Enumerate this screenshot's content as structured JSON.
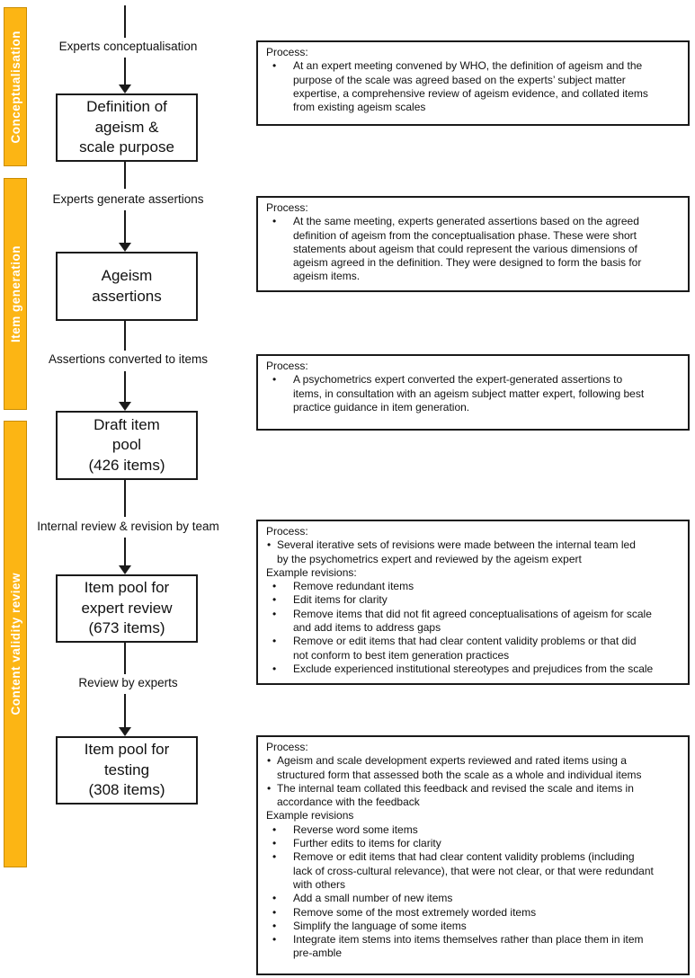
{
  "colors": {
    "accent": "#FCB514",
    "accent_border": "#C98C00",
    "line": "#1a1a1a",
    "box_border": "#1a1a1a",
    "background": "#ffffff",
    "bar_text": "#ffffff"
  },
  "bullet_char": "•",
  "phases": [
    {
      "label": "Conceptualisation"
    },
    {
      "label": "Item generation"
    },
    {
      "label": "Content validity review"
    }
  ],
  "flow": {
    "labels": [
      "Experts conceptualisation",
      "Experts generate assertions",
      "Assertions converted to items",
      "Internal review & revision by team",
      "Review by experts"
    ],
    "boxes": [
      "Definition of\nageism &\nscale purpose",
      "Ageism\nassertions",
      "Draft item\npool\n(426 items)",
      "Item pool for\nexpert review\n(673 items)",
      "Item pool for\ntesting\n(308 items)"
    ]
  },
  "process_boxes": [
    {
      "lines": [
        {
          "style": "plain",
          "text": "Process:"
        },
        {
          "style": "b2",
          "text": "At an expert meeting convened by WHO, the definition of ageism and the\npurpose of the scale was agreed based on the experts’ subject matter\nexpertise, a comprehensive review of ageism evidence, and collated items\nfrom existing ageism scales"
        }
      ]
    },
    {
      "lines": [
        {
          "style": "plain",
          "text": "Process:"
        },
        {
          "style": "b2",
          "text": "At the same meeting, experts generated assertions based on the agreed\ndefinition of ageism from the conceptualisation phase. These were short\nstatements about ageism that could represent the various dimensions of\nageism agreed in the definition. They were designed to form the basis for\nageism items."
        }
      ]
    },
    {
      "lines": [
        {
          "style": "plain",
          "text": "Process:"
        },
        {
          "style": "b2",
          "text": "A psychometrics expert converted the expert-generated assertions to\nitems, in consultation with an ageism subject matter expert, following best\npractice guidance in item generation."
        }
      ]
    },
    {
      "lines": [
        {
          "style": "plain",
          "text": "Process:"
        },
        {
          "style": "b1",
          "text": "Several iterative sets of revisions were made between the internal team led\nby the psychometrics expert and reviewed by the ageism expert"
        },
        {
          "style": "plain",
          "text": "Example revisions:"
        },
        {
          "style": "b2",
          "text": "Remove redundant items"
        },
        {
          "style": "b2",
          "text": "Edit items for clarity"
        },
        {
          "style": "b2",
          "text": "Remove items that did not fit agreed conceptualisations of ageism for scale\nand add items to address gaps"
        },
        {
          "style": "b2",
          "text": "Remove or edit items  that had clear content validity problems or that did\nnot conform to best item generation practices"
        },
        {
          "style": "b2",
          "text": "Exclude experienced institutional stereotypes and prejudices from the scale"
        }
      ]
    },
    {
      "lines": [
        {
          "style": "plain",
          "text": "Process:"
        },
        {
          "style": "b1",
          "text": "Ageism and scale development experts reviewed and rated items using a\nstructured form that assessed  both the scale as a whole and individual items"
        },
        {
          "style": "b1",
          "text": "The internal team collated this feedback and revised the scale and items in\naccordance with the feedback"
        },
        {
          "style": "plain",
          "text": "Example revisions"
        },
        {
          "style": "b2",
          "text": "Reverse word some items"
        },
        {
          "style": "b2",
          "text": "Further edits to items for clarity"
        },
        {
          "style": "b2",
          "text": "Remove or edit items  that had clear content validity problems (including\nlack of cross-cultural relevance), that were not clear, or that were redundant\nwith others"
        },
        {
          "style": "b2",
          "text": "Add a small number of new items"
        },
        {
          "style": "b2",
          "text": "Remove some of the most extremely worded items"
        },
        {
          "style": "b2",
          "text": "Simplify the language of some items"
        },
        {
          "style": "b2",
          "text": "Integrate item stems into items themselves rather than place them in item\npre-amble"
        }
      ]
    }
  ]
}
